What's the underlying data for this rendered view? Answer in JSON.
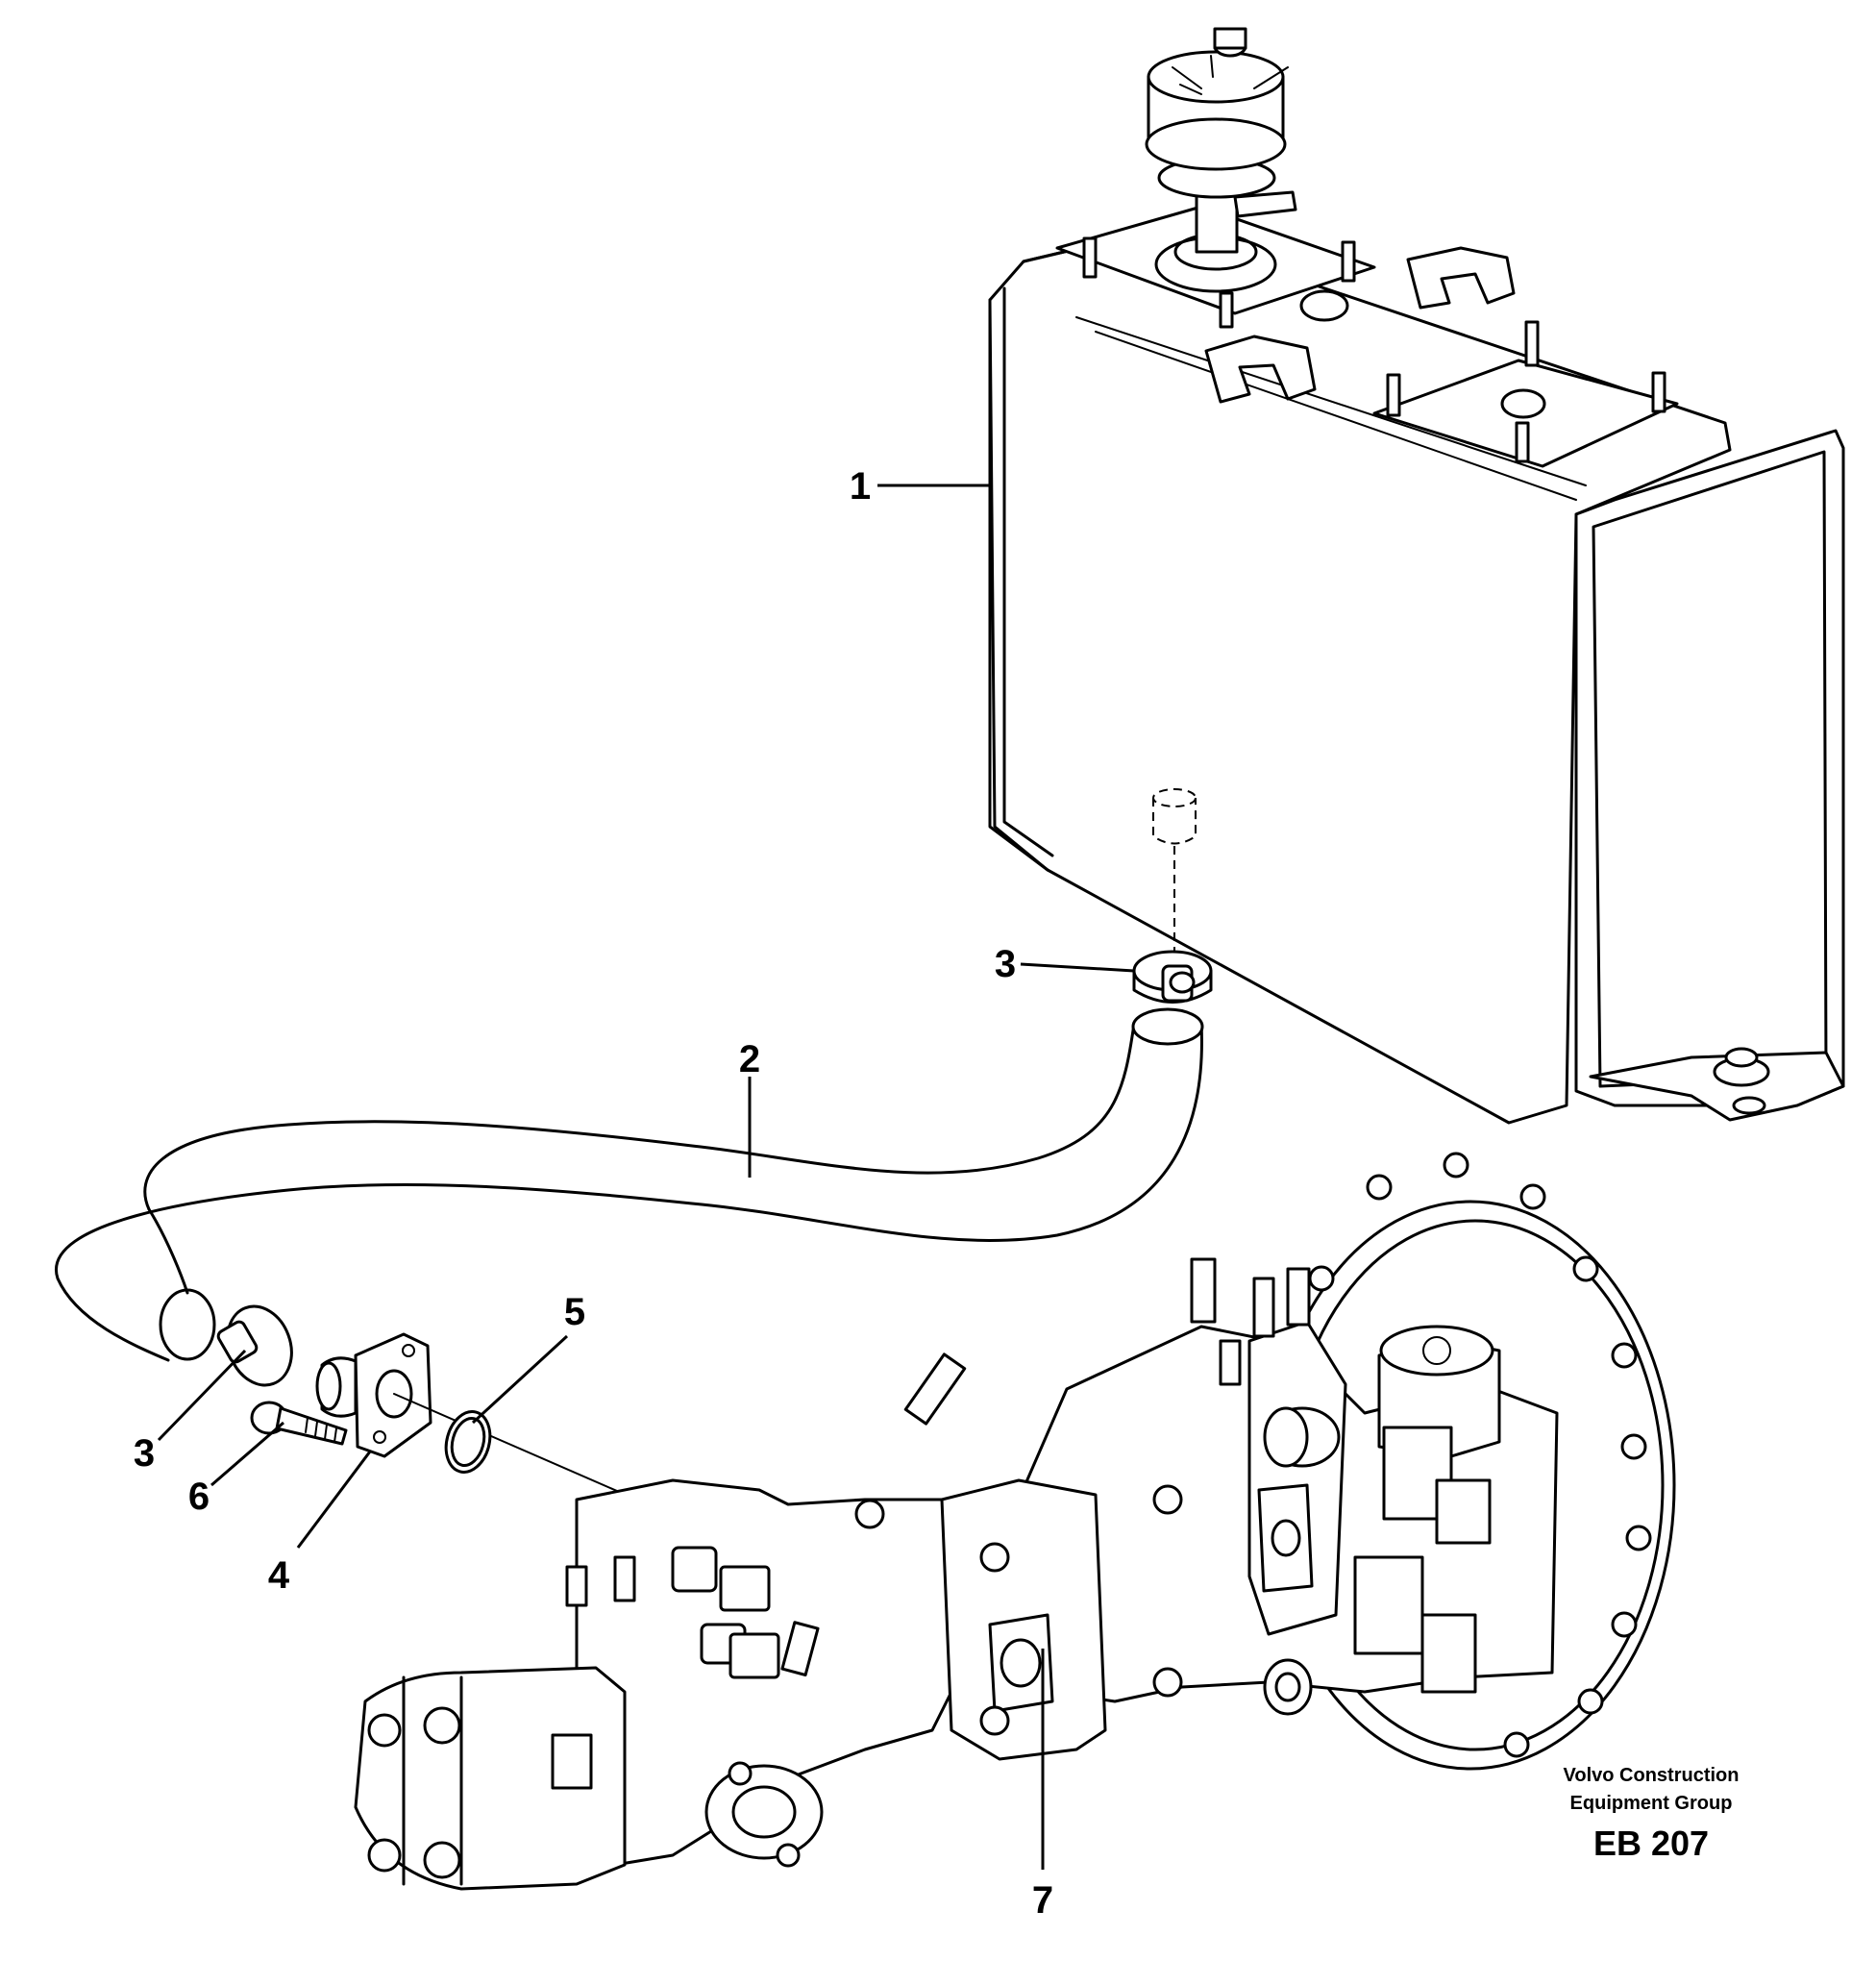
{
  "callouts": {
    "tank": "1",
    "hose": "2",
    "clamp_top": "3",
    "clamp_bottom": "3",
    "flange": "4",
    "o_ring": "5",
    "screw": "6",
    "pump": "7"
  },
  "publisher": {
    "line1": "Volvo Construction",
    "line2": "Equipment Group"
  },
  "figure_code": "EB 207",
  "colors": {
    "ink": "#000000",
    "paper": "#ffffff"
  }
}
